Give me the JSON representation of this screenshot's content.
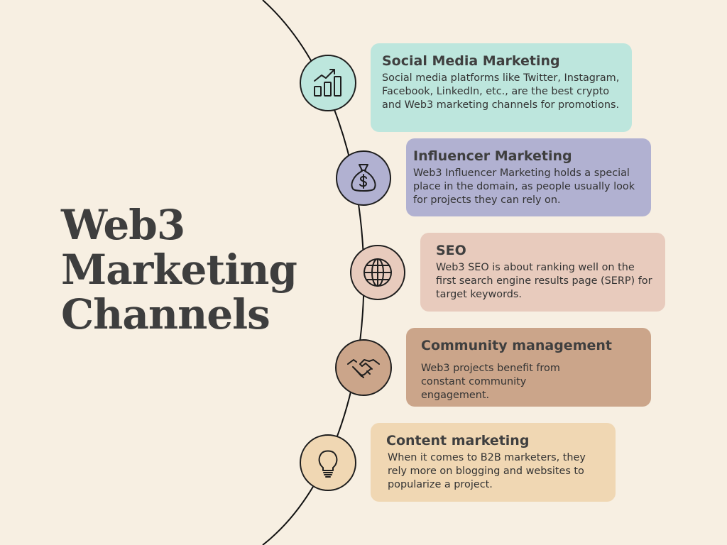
{
  "title": [
    "Web3",
    "Marketing",
    "Channels"
  ],
  "colors": {
    "background": "#f7efe2",
    "social": "#bde6dd",
    "influencer": "#b1b1d1",
    "seo": "#e8cbbd",
    "community": "#cba58a",
    "content": "#f0d7b3"
  },
  "channels": [
    {
      "heading": "Social Media Marketing",
      "text": "Social media platforms like Twitter, Instagram, Facebook, LinkedIn, etc., are the best crypto and Web3 marketing channels for promotions.",
      "icon": "growth-chart-icon"
    },
    {
      "heading": "Influencer Marketing",
      "text": "Web3 Influencer Marketing holds a special place in the domain, as people usually look for projects they can rely on.",
      "icon": "money-bag-icon"
    },
    {
      "heading": "SEO",
      "text": "Web3 SEO is about ranking well on the first search engine results page (SERP) for target keywords.",
      "icon": "globe-icon"
    },
    {
      "heading": "Community management",
      "text": "Web3 projects benefit from constant community engagement.",
      "icon": "handshake-icon"
    },
    {
      "heading": "Content marketing",
      "text": "When it comes to B2B marketers, they rely more on blogging and websites to popularize a project.",
      "icon": "lightbulb-icon"
    }
  ]
}
